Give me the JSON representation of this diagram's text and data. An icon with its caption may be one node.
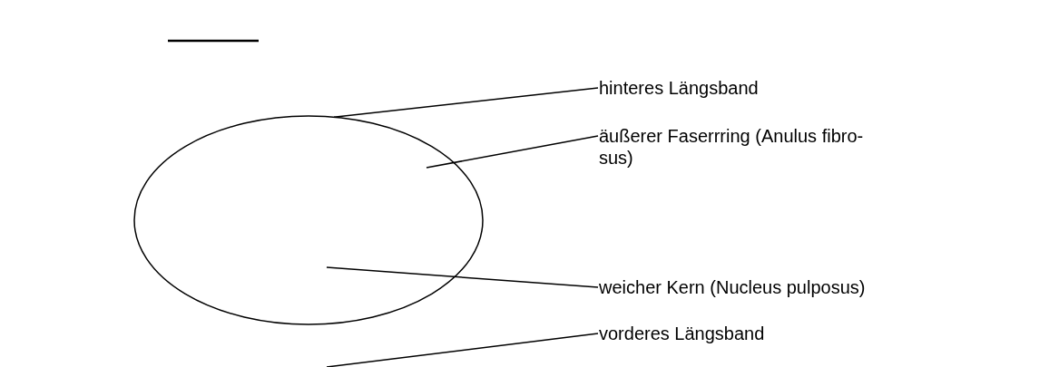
{
  "diagram": {
    "nodes": [
      {
        "text": [],
        "shape": "ellipse"
      },
      {
        "text": [
          "hinteres Längsband"
        ]
      },
      {
        "text": [
          "äußerer Faserrring (Anulus fibro- sus)"
        ]
      },
      {
        "text": [
          "weicher Kern (Nucleus pulposus)"
        ]
      },
      {
        "text": [
          "vorderes Längsband"
        ]
      }
    ],
    "edges": [
      {
        "from": 1,
        "to": 0,
        "arrow": "none"
      },
      {
        "from": 2,
        "to": 0,
        "arrow": "none"
      },
      {
        "from": 3,
        "to": 0,
        "arrow": "none"
      },
      {
        "from": 4,
        "to": null,
        "arrow": "none"
      }
    ]
  }
}
